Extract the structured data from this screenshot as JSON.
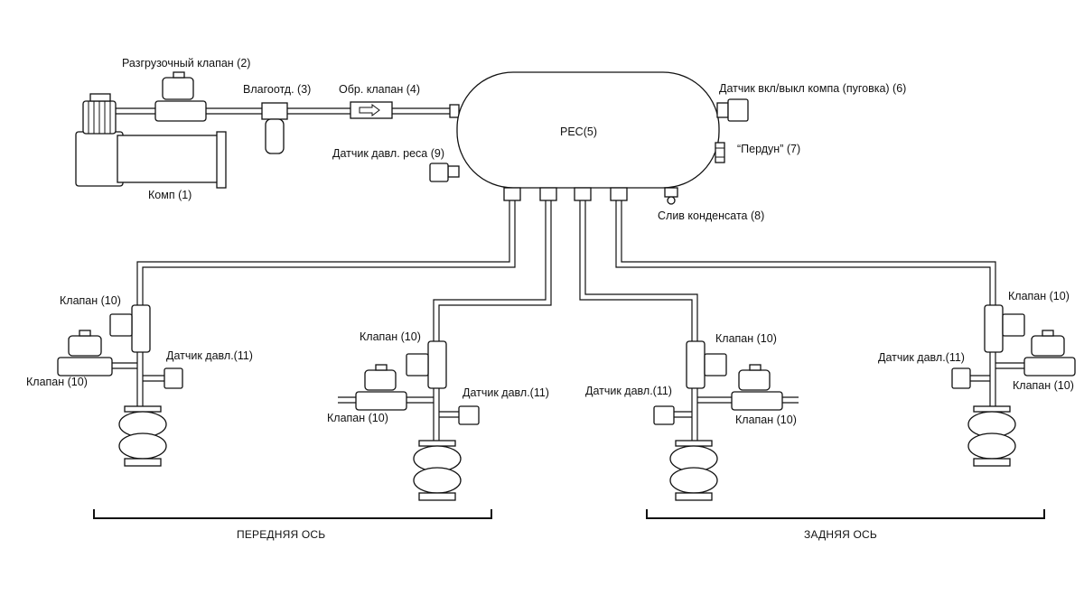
{
  "labels": {
    "unload_valve": "Разгрузочный клапан (2)",
    "dryer": "Влагоотд. (3)",
    "check_valve": "Обр. клапан (4)",
    "compressor": "Комп (1)",
    "receiver": "РЕС(5)",
    "pressure_switch": "Датчик вкл/выкл компа (пуговка) (6)",
    "purge": "“Пердун” (7)",
    "receiver_sensor": "Датчик давл. реса (9)",
    "drain": "Слив конденсата (8)",
    "valve": "Клапан (10)",
    "sensor": "Датчик давл.(11)",
    "front_axle": "ПЕРЕДНЯЯ ОСЬ",
    "rear_axle": "ЗАДНЯЯ ОСЬ"
  }
}
